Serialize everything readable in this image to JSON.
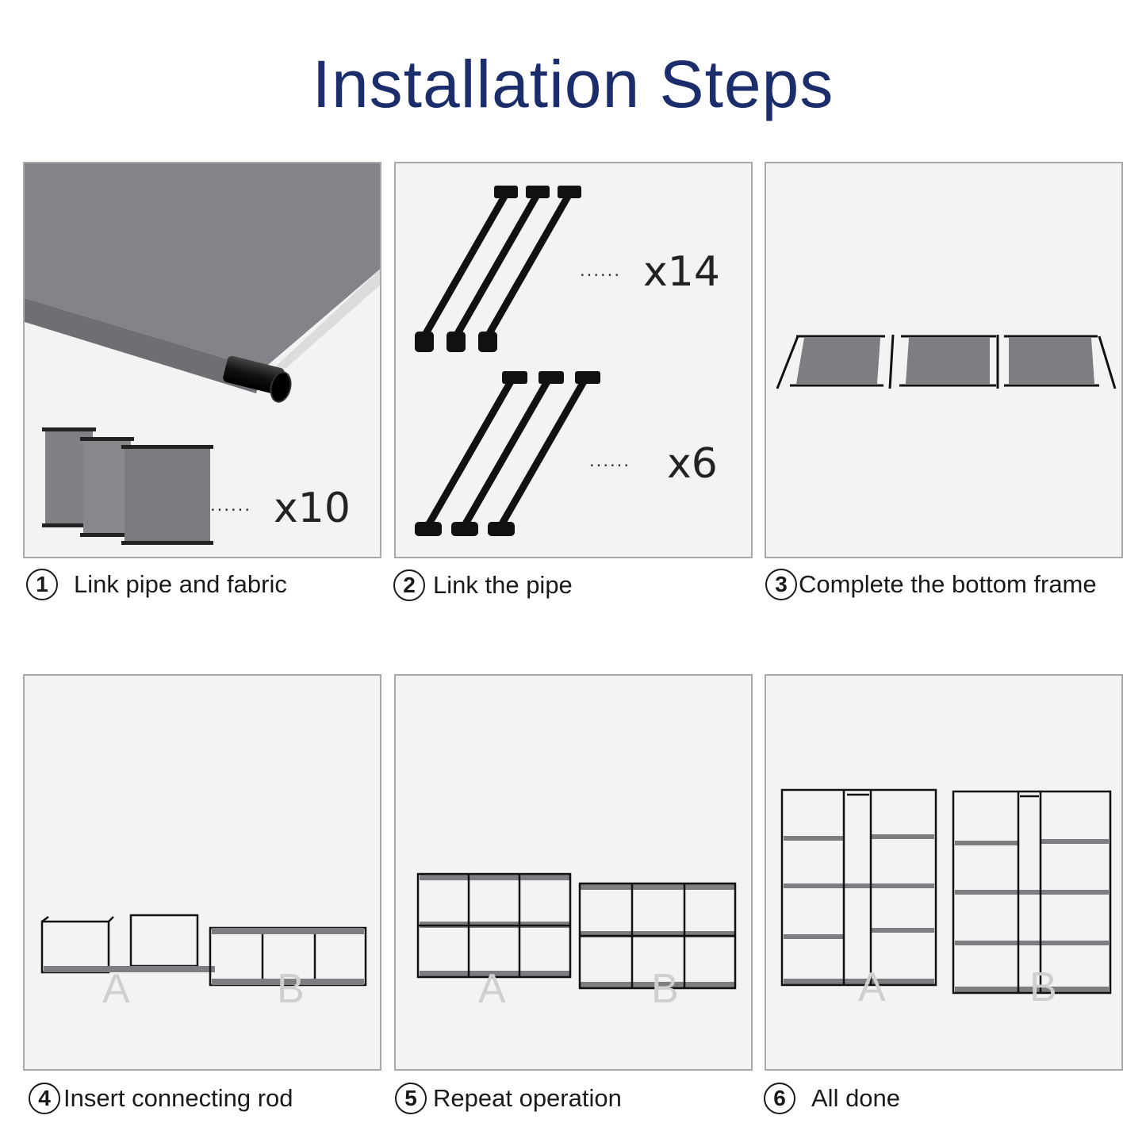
{
  "title": "Installation Steps",
  "steps": [
    {
      "number": "1",
      "label": "Link pipe and fabric",
      "quantity": "x10"
    },
    {
      "number": "2",
      "label": "Link the pipe",
      "quantity_a": "x14",
      "quantity_b": "x6"
    },
    {
      "number": "3",
      "label": "Complete the bottom frame"
    },
    {
      "number": "4",
      "label": "Insert connecting rod",
      "unit_a": "A",
      "unit_b": "B"
    },
    {
      "number": "5",
      "label": "Repeat operation",
      "unit_a": "A",
      "unit_b": "B"
    },
    {
      "number": "6",
      "label": "All done",
      "unit_a": "A",
      "unit_b": "B"
    }
  ],
  "dots": "......",
  "colors": {
    "title": "#1c2d6b",
    "fabric": "#7d7e82",
    "pipe": "#111111",
    "panel_bg": "#f3f3f3",
    "panel_border": "#a9a9a9"
  }
}
